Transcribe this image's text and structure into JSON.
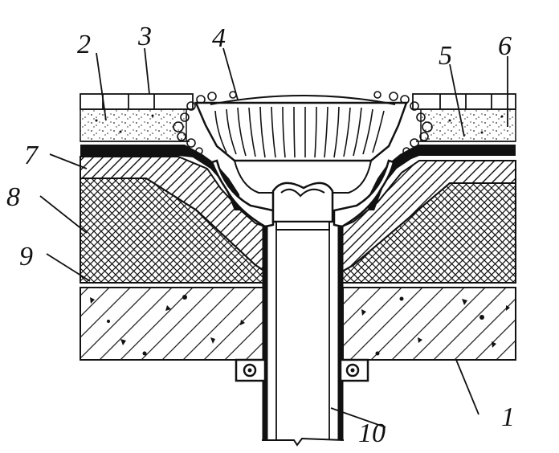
{
  "diagram": {
    "labels": {
      "l1": "1",
      "l2": "2",
      "l3": "3",
      "l4": "4",
      "l5": "5",
      "l6": "6",
      "l7": "7",
      "l8": "8",
      "l9": "9",
      "l10": "10"
    }
  }
}
